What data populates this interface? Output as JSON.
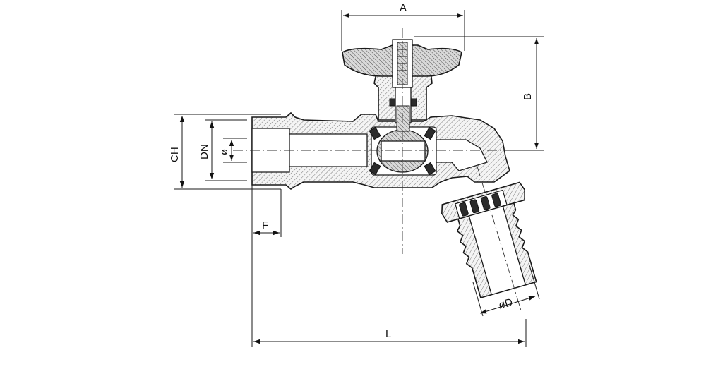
{
  "diagram": {
    "dimension_labels": {
      "a": "A",
      "b": "B",
      "ch": "CH",
      "dn": "DN",
      "phi": "ø",
      "f": "F",
      "l": "L",
      "phi_d": "øD"
    }
  }
}
